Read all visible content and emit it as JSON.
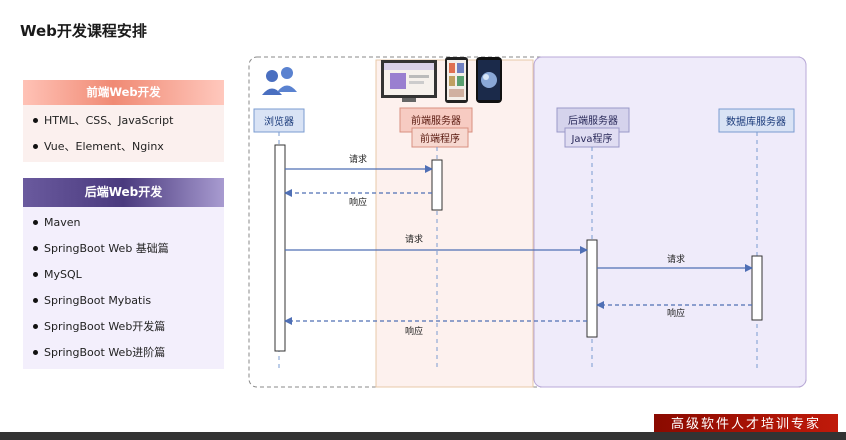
{
  "page": {
    "title": "Web开发课程安排"
  },
  "frontend": {
    "header": "前端Web开发",
    "items": [
      "HTML、CSS、JavaScript",
      "Vue、Element、Nginx"
    ]
  },
  "backend": {
    "header": "后端Web开发",
    "items": [
      "Maven",
      "SpringBoot Web 基础篇",
      "MySQL",
      "SpringBoot Mybatis",
      "SpringBoot Web开发篇",
      "SpringBoot Web进阶篇"
    ]
  },
  "diagram": {
    "participants": {
      "browser": "浏览器",
      "frontend_server": "前端服务器",
      "frontend_program": "前端程序",
      "backend_server": "后端服务器",
      "java_program": "Java程序",
      "db_server": "数据库服务器"
    },
    "messages": {
      "m1": "请求",
      "m2": "响应",
      "m3": "请求",
      "m4": "请求",
      "m5": "响应",
      "m6": "响应"
    }
  },
  "watermark": {
    "text": "高级软件人才培训专家"
  },
  "colors": {
    "participant_fill": "#d9e3f5",
    "participant_border": "#7a9bd0",
    "server_fill": "#f7cbc2",
    "arrow": "#4f6fb5",
    "frontend_region": "#fdf1ee",
    "backend_region": "#efebfa"
  },
  "icons": [
    "users-icon",
    "laptop-icon",
    "phone-icon",
    "tablet-icon"
  ]
}
